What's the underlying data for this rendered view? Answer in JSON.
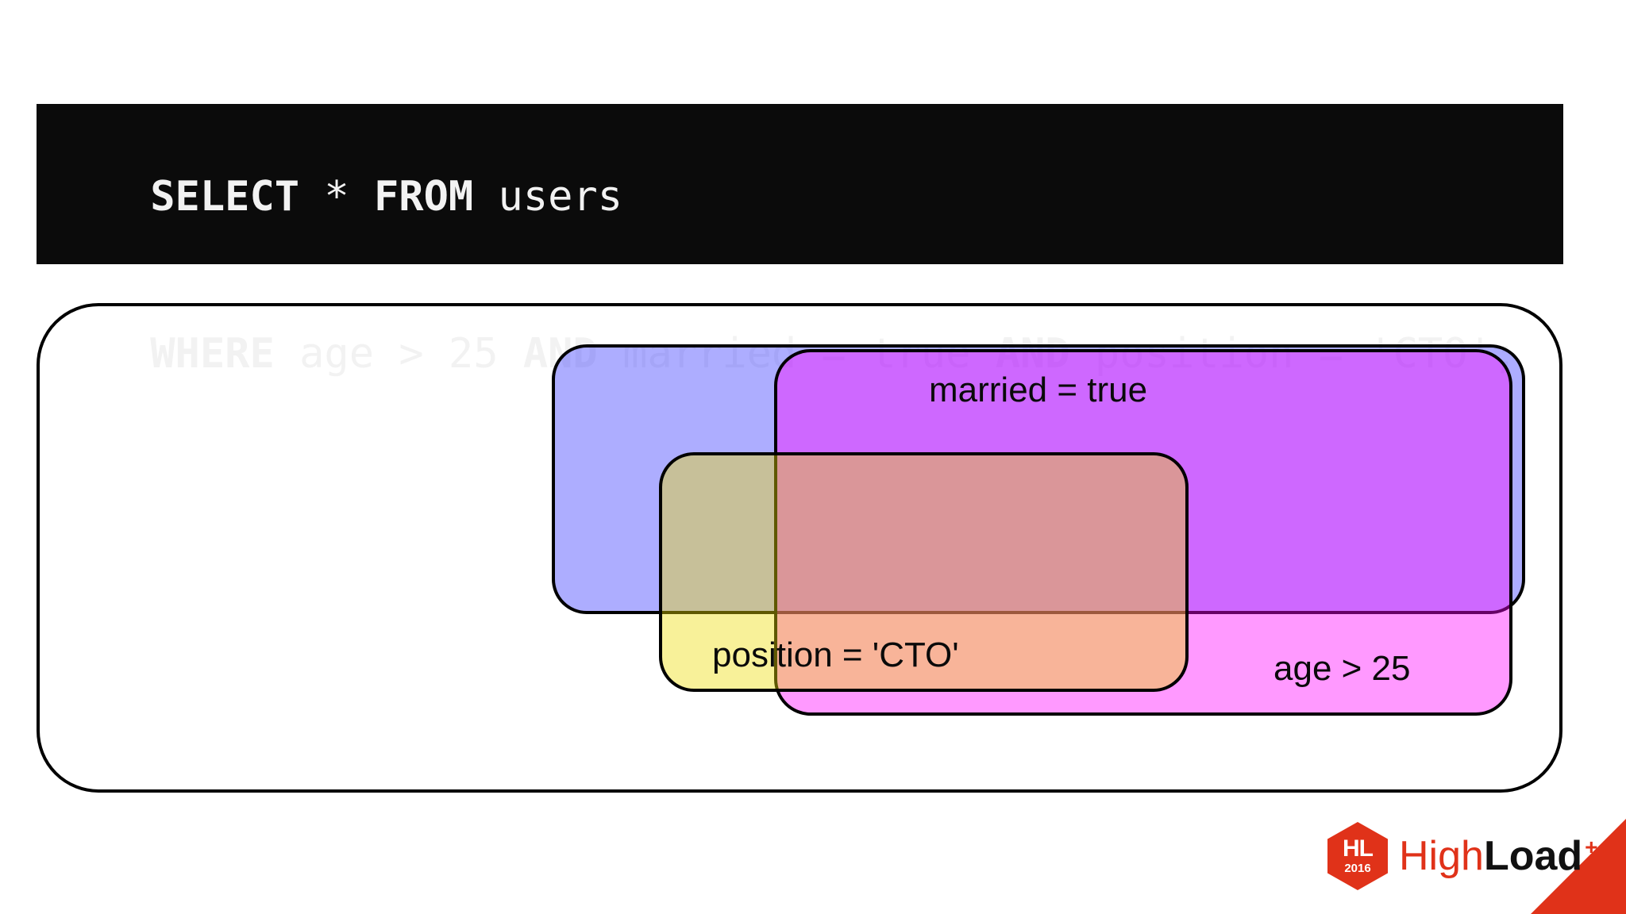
{
  "slide": {
    "background_color": "#ffffff"
  },
  "code_block": {
    "background_color": "#0b0b0b",
    "text_color": "#f2f2f2",
    "lines": [
      {
        "tokens": [
          {
            "text": "SELECT",
            "bold": true
          },
          {
            "text": " * ",
            "bold": false
          },
          {
            "text": "FROM",
            "bold": true
          },
          {
            "text": " users",
            "bold": false
          }
        ],
        "plain": "SELECT * FROM users"
      },
      {
        "tokens": [
          {
            "text": "WHERE",
            "bold": true
          },
          {
            "text": " age > 25 ",
            "bold": false
          },
          {
            "text": "AND",
            "bold": true
          },
          {
            "text": " married = true ",
            "bold": false
          },
          {
            "text": "AND",
            "bold": true
          },
          {
            "text": " position = 'CTO';",
            "bold": false
          }
        ],
        "plain": "WHERE age > 25 AND married = true AND position = 'CTO';"
      }
    ]
  },
  "diagram": {
    "type": "venn",
    "universe_label": "",
    "outline_color": "#000000",
    "sets": [
      {
        "id": "married",
        "label": "married = true",
        "fill_color": "#9999ff",
        "fill_rgba": "rgba(51, 51, 255, 0.40)"
      },
      {
        "id": "position",
        "label": "position = 'CTO'",
        "fill_color": "#f7efa8",
        "fill_rgba": "rgba(238, 221, 0, 0.40)"
      },
      {
        "id": "age",
        "label": "age > 25",
        "fill_color": "#ff99ff",
        "fill_rgba": "rgba(255, 0, 255, 0.40)"
      }
    ],
    "overlap_colors": {
      "married_and_age": "#cc66ff",
      "married_and_position": "#b6a8b8",
      "position_and_age": "#ffa8a8",
      "all_three": "#dd8fad"
    }
  },
  "logo": {
    "hex_text": "HL",
    "hex_year": "2016",
    "word_first": "High",
    "word_second": "Load",
    "word_superscript": "++",
    "brand_color": "#e03219",
    "word_second_color": "#111111"
  }
}
